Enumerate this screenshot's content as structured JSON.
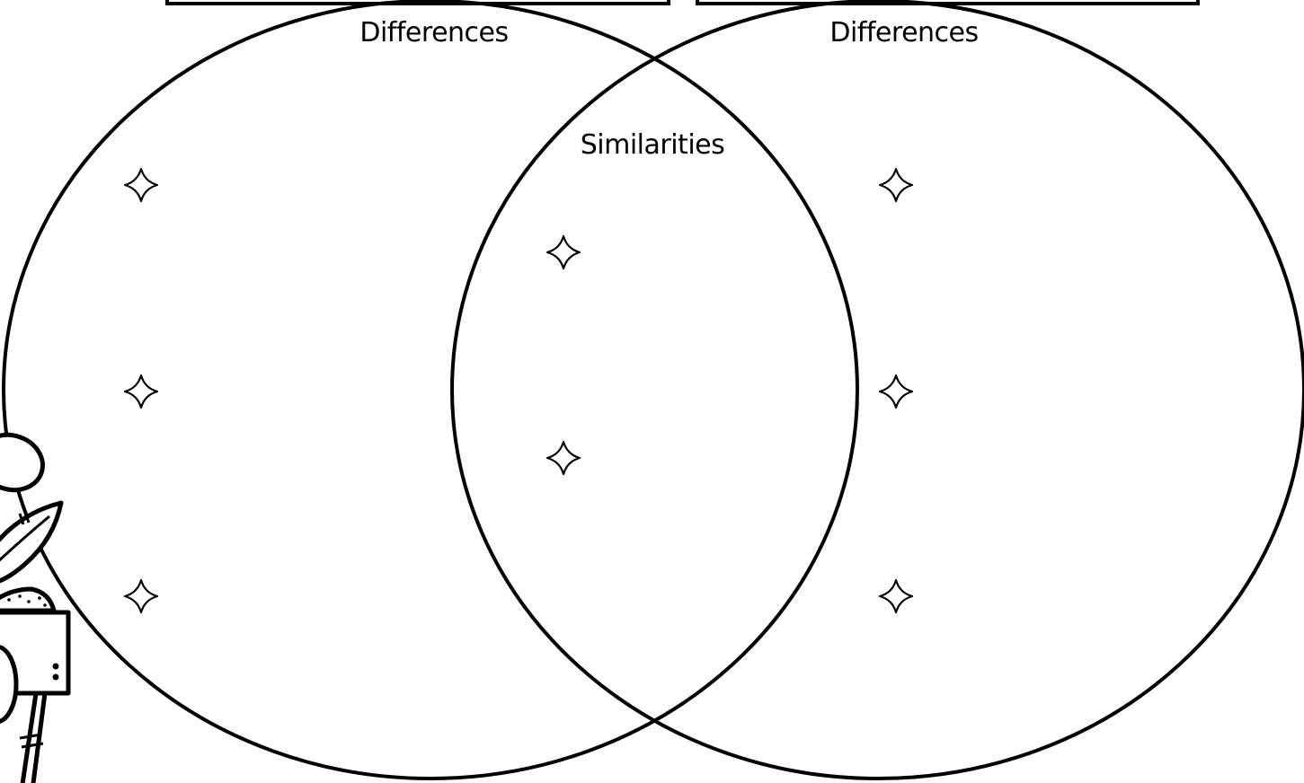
{
  "venn": {
    "left_label": "Differences",
    "right_label": "Differences",
    "center_label": "Similarities"
  },
  "bullets": {
    "icon": "four-point-star-icon",
    "left_count": 3,
    "center_count": 2,
    "right_count": 3
  },
  "decoration": {
    "icon": "cartoon-figure-clipart"
  },
  "colors": {
    "line": "#000000",
    "background": "#ffffff"
  }
}
